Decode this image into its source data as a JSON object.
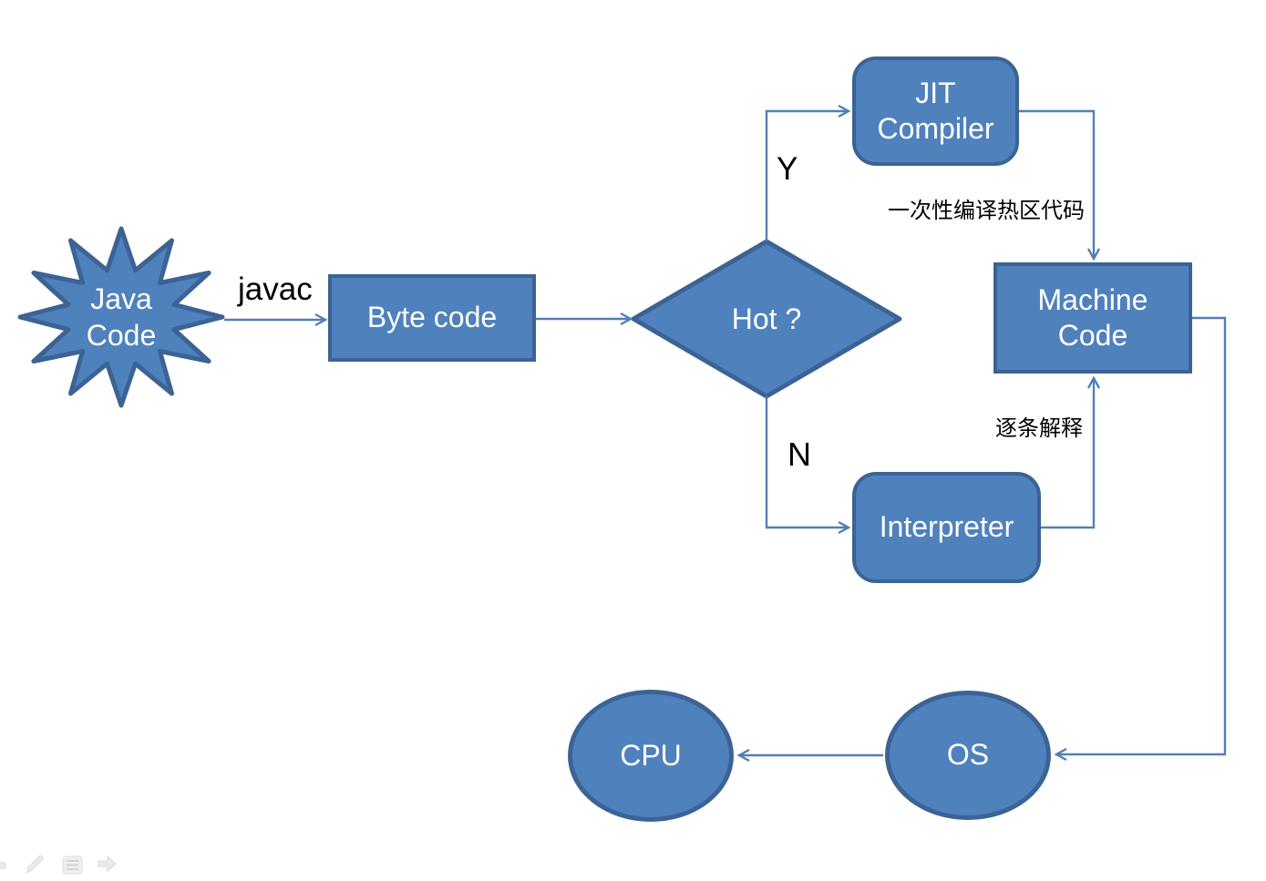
{
  "nodes": {
    "java_code": {
      "line1": "Java",
      "line2": "Code"
    },
    "byte_code": {
      "label": "Byte code"
    },
    "hot_decision": {
      "label": "Hot ?"
    },
    "jit_compiler": {
      "line1": "JIT",
      "line2": "Compiler"
    },
    "machine_code": {
      "line1": "Machine",
      "line2": "Code"
    },
    "interpreter": {
      "label": "Interpreter"
    },
    "os": {
      "label": "OS"
    },
    "cpu": {
      "label": "CPU"
    }
  },
  "edge_labels": {
    "compile_command": "javac",
    "hot_yes": "Y",
    "hot_no": "N",
    "jit_note": "一次性编译热区代码",
    "interpret_note": "逐条解释"
  },
  "colors": {
    "shape_fill": "#4f81bd",
    "shape_border": "#3b6394",
    "connector": "#527fb4",
    "node_text": "#ffffff",
    "label_text": "#000000",
    "ghost_icon": "#e9e9e9"
  },
  "toolbar": {
    "icons": [
      {
        "name": "prev-slide-icon"
      },
      {
        "name": "pen-icon"
      },
      {
        "name": "menu-icon"
      },
      {
        "name": "next-slide-icon"
      }
    ]
  }
}
